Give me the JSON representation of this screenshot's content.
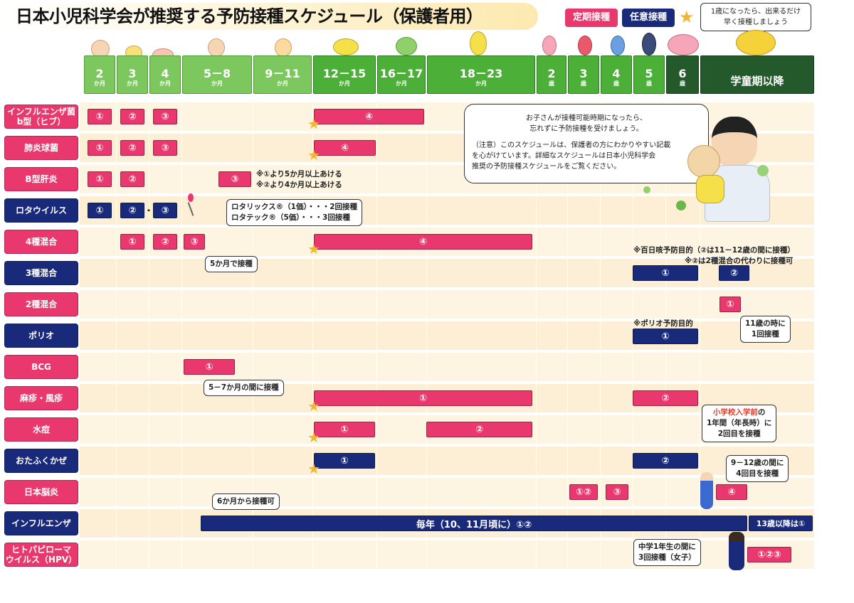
{
  "title": "日本小児科学会が推奨する予防接種スケジュール（保護者用）",
  "legend": {
    "routine": "定期接種",
    "voluntary": "任意接種",
    "star_note_line1": "1歳になったら、出来るだけ",
    "star_note_line2": "早く接種しましょう"
  },
  "colors": {
    "routine": "#e8386e",
    "voluntary": "#1a2a7a",
    "header_green": "#4caf38",
    "star": "#f2b630"
  },
  "columns": [
    {
      "n": "2",
      "u": "か月"
    },
    {
      "n": "3",
      "u": "か月"
    },
    {
      "n": "4",
      "u": "か月"
    },
    {
      "n": "5－8",
      "u": "か月"
    },
    {
      "n": "9－11",
      "u": "か月"
    },
    {
      "n": "12－15",
      "u": "か月"
    },
    {
      "n": "16－17",
      "u": "か月"
    },
    {
      "n": "18－23",
      "u": "か月"
    },
    {
      "n": "2",
      "u": "歳"
    },
    {
      "n": "3",
      "u": "歳"
    },
    {
      "n": "4",
      "u": "歳"
    },
    {
      "n": "5",
      "u": "歳"
    },
    {
      "n": "6",
      "u": "歳"
    },
    {
      "n": "学童期以降",
      "u": ""
    }
  ],
  "vaccines": [
    {
      "label1": "インフルエンザ菌",
      "label2": "b型（ヒブ）",
      "type": "routine"
    },
    {
      "label1": "肺炎球菌",
      "label2": "",
      "type": "routine"
    },
    {
      "label1": "B型肝炎",
      "label2": "",
      "type": "routine"
    },
    {
      "label1": "ロタウイルス",
      "label2": "",
      "type": "voluntary"
    },
    {
      "label1": "4種混合",
      "label2": "",
      "type": "routine"
    },
    {
      "label1": "3種混合",
      "label2": "",
      "type": "voluntary"
    },
    {
      "label1": "2種混合",
      "label2": "",
      "type": "routine"
    },
    {
      "label1": "ポリオ",
      "label2": "",
      "type": "voluntary"
    },
    {
      "label1": "BCG",
      "label2": "",
      "type": "routine"
    },
    {
      "label1": "麻疹・風疹",
      "label2": "",
      "type": "routine"
    },
    {
      "label1": "水痘",
      "label2": "",
      "type": "routine"
    },
    {
      "label1": "おたふくかぜ",
      "label2": "",
      "type": "voluntary"
    },
    {
      "label1": "日本脳炎",
      "label2": "",
      "type": "routine"
    },
    {
      "label1": "インフルエンザ",
      "label2": "",
      "type": "voluntary"
    },
    {
      "label1": "ヒトパピローマ",
      "label2": "ウイルス（HPV）",
      "type": "routine"
    }
  ],
  "doses": {
    "d1": "①",
    "d2": "②",
    "d3": "③",
    "d4": "④",
    "d12": "①②",
    "d123": "①②③",
    "flu_main": "毎年（10、11月頃に）①②",
    "flu_13": "13歳以降は①"
  },
  "notes": {
    "hepb_1": "※①より5か月以上あける",
    "hepb_2": "※②より4か月以上あける",
    "rota_1": "ロタリックス®（1価）・・・2回接種",
    "rota_2": "ロタテック®（5価）・・・3回接種",
    "rota_dots": "・・",
    "dpt4_5m": "5か月で接種",
    "dpt3_1": "※百日咳予防目的（②は11－12歳の間に接種）",
    "dpt3_2": "※②は2種混合の代わりに接種可",
    "dt_1": "11歳の時に",
    "dt_2": "1回接種",
    "polio": "※ポリオ予防目的",
    "bcg": "5－7か月の間に接種",
    "mr_red": "小学校入学前",
    "mr_2": "の",
    "mr_3": "1年間（年長時）に",
    "mr_4": "2回目を接種",
    "je_1": "9－12歳の間に",
    "je_2": "4回目を接種",
    "flu_6m": "6か月から接種可",
    "hpv_1": "中学1年生の間に",
    "hpv_2": "3回接種（女子）"
  },
  "bubble": {
    "line1": "お子さんが接種可能時期になったら、",
    "line2": "忘れずに予防接種を受けましょう。",
    "line3": "（注意）このスケジュールは、保護者の方にわかりやすい記載",
    "line4": "を心がけています。詳細なスケジュールは日本小児科学会",
    "line5": "推奨の予防接種スケジュールをご覧ください。"
  }
}
